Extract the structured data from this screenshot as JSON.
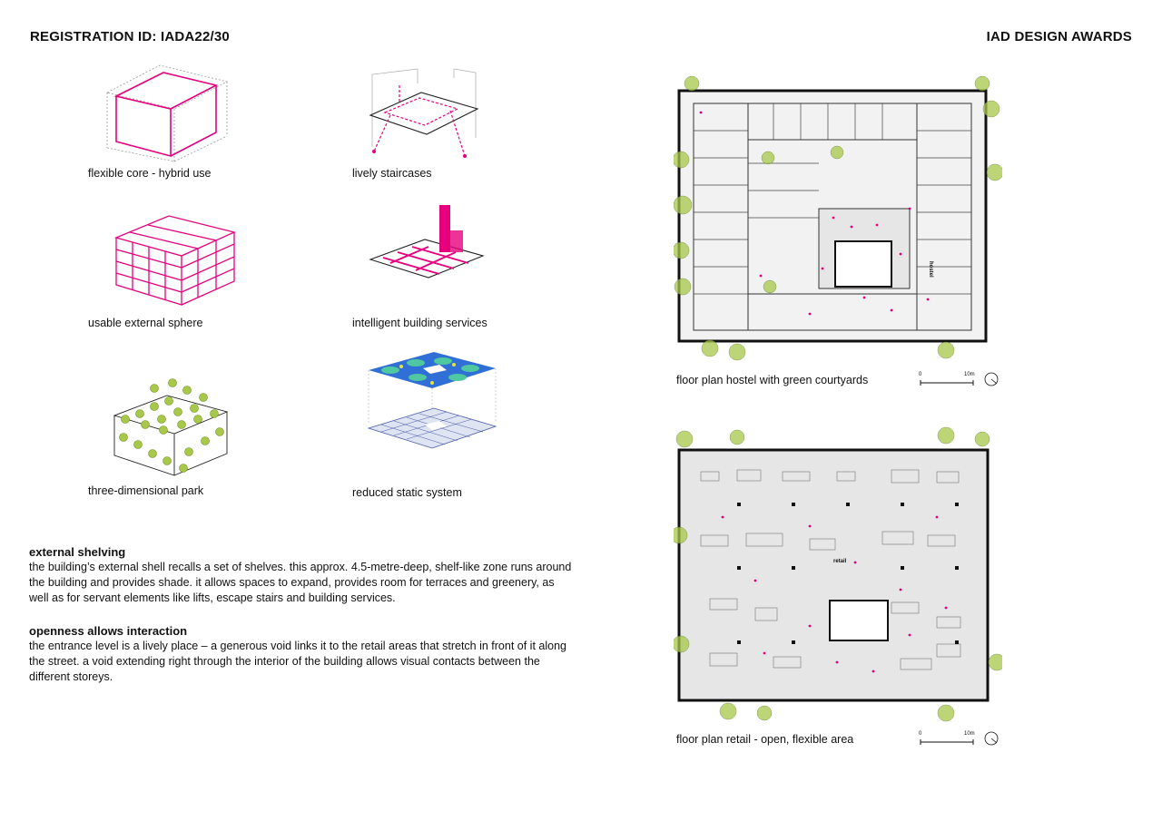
{
  "header": {
    "registration": "REGISTRATION ID: IADA22/30",
    "award": "IAD DESIGN AWARDS"
  },
  "diagrams": [
    {
      "caption": "flexible core - hybrid use"
    },
    {
      "caption": "lively staircases"
    },
    {
      "caption": "usable external sphere"
    },
    {
      "caption": "intelligent building services"
    },
    {
      "caption": "three-dimensional park"
    },
    {
      "caption": "reduced static system"
    }
  ],
  "sections": [
    {
      "title": "external shelving",
      "body": "the building’s external shell recalls a set of shelves. this approx. 4.5-metre-deep, shelf-like zone runs around the building and provides shade. it allows spaces to expand, provides room for terraces and greenery, as well as for servant elements like lifts, escape stairs and building services."
    },
    {
      "title": "openness allows interaction",
      "body": "the entrance level is a lively place – a generous void links it to the retail areas that stretch in front of it along the street. a void extending right through the interior of the building allows visual contacts between the different storeys."
    }
  ],
  "plans": [
    {
      "caption": "floor plan hostel with green courtyards",
      "label": "hostel",
      "scale_start": "0",
      "scale_end": "10m"
    },
    {
      "caption": "floor plan retail - open, flexible area",
      "label": "retail",
      "scale_start": "0",
      "scale_end": "10m"
    }
  ],
  "colors": {
    "accent": "#e6007e",
    "tree": "#a8c84a",
    "line": "#222222",
    "floor": "#e6e6e6"
  }
}
